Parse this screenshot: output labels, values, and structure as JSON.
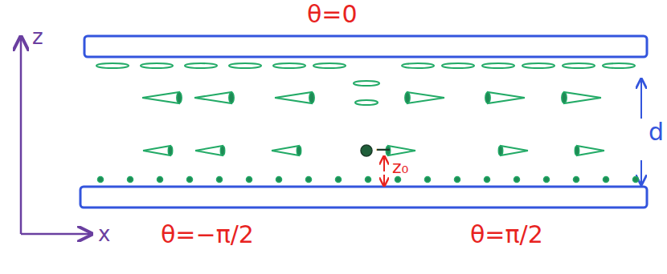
{
  "diagram": {
    "labels": [
      "θ=0",
      "z",
      "d",
      "−",
      "z₀",
      "x",
      "θ=−π/2",
      "θ=π/2"
    ]
  }
}
